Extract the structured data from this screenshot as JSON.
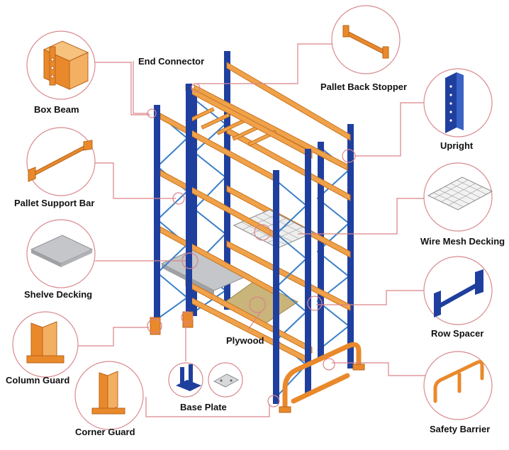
{
  "labels": {
    "end_connector": "End Connector",
    "pallet_back_stopper": "Pallet Back Stopper",
    "box_beam": "Box Beam",
    "upright": "Upright",
    "pallet_support_bar": "Pallet Support Bar",
    "wire_mesh_decking": "Wire Mesh Decking",
    "shelve_decking": "Shelve Decking",
    "row_spacer": "Row Spacer",
    "plywood": "Plywood",
    "column_guard": "Column Guard",
    "base_plate": "Base Plate",
    "safety_barrier": "Safety Barrier",
    "corner_guard": "Corner Guard"
  },
  "colors": {
    "upright_blue": "#1f3f9e",
    "beam_orange": "#f0a24a",
    "beam_dark": "#c8741f",
    "leader_line": "#d9838a",
    "circle_border": "#d98a8f",
    "deck_gray": "#c4c6c9",
    "plywood": "#c9b47a"
  }
}
